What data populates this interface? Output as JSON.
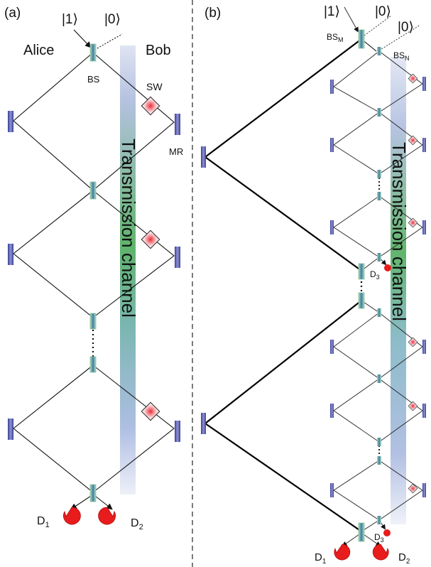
{
  "panel_a": {
    "tag": "(a)",
    "ket1": "|1⟩",
    "ket0": "|0⟩",
    "alice": "Alice",
    "bob": "Bob",
    "bs": "BS",
    "sw": "SW",
    "mr": "MR",
    "channel": "Transmission channel",
    "d1": "D",
    "d1_sub": "1",
    "d2": "D",
    "d2_sub": "2"
  },
  "panel_b": {
    "tag": "(b)",
    "ket1": "|1⟩",
    "ket0_top": "|0⟩",
    "ket0_second": "|0⟩",
    "bsm": "BS",
    "bsm_sub": "M",
    "bsn": "BS",
    "bsn_sub": "N",
    "channel": "Transmission channel",
    "d3_mid": "D",
    "d3_mid_sub": "3",
    "d3_bottom": "D",
    "d3_bottom_sub": "3",
    "d1": "D",
    "d1_sub": "1",
    "d2": "D",
    "d2_sub": "2"
  },
  "colors": {
    "mirror": "#5b5fb0",
    "switch": "#e23a3a",
    "detector": "#e81c1c",
    "beam_splitter": "#6fbf8a",
    "channel_top": "#c7cfe6",
    "channel_mid": "#5cb26a"
  }
}
